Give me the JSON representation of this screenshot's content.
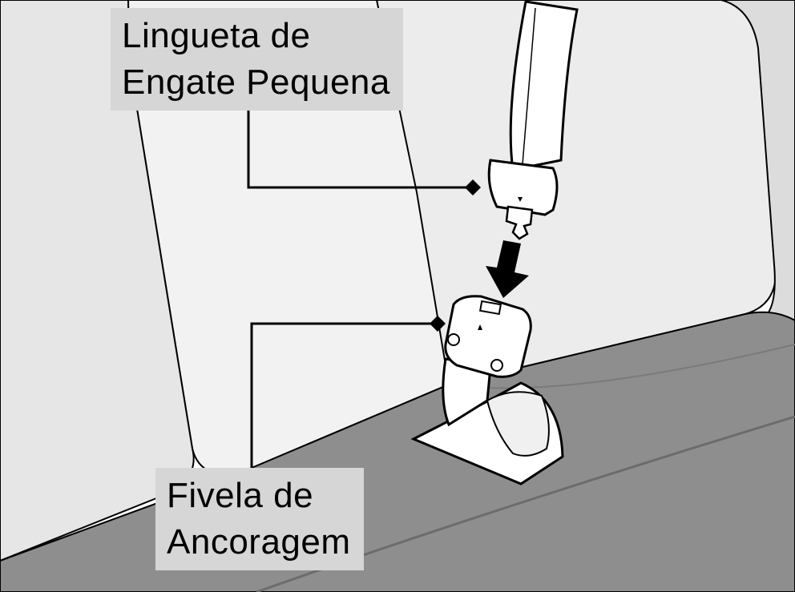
{
  "labels": {
    "tongue": {
      "line1": "Lingueta de",
      "line2": "Engate Pequena"
    },
    "buckle": {
      "line1": "Fivela de",
      "line2": "Ancoragem"
    }
  },
  "colors": {
    "background": "#ffffff",
    "seat_back": "#f4f4f4",
    "seat_cushion": "#8e8e8e",
    "label_fill": "#d6d6d6",
    "outline": "#000000"
  }
}
